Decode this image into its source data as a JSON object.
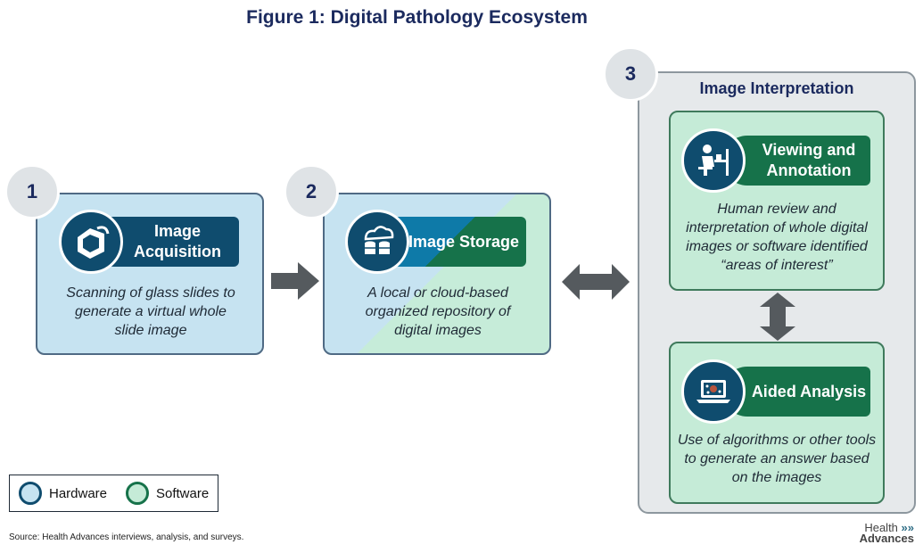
{
  "title": "Figure 1: Digital Pathology Ecosystem",
  "steps": [
    {
      "number": "1",
      "pill_label": "Image Acquisition",
      "description": "Scanning of glass slides to generate a virtual whole slide image",
      "icon": "slide-scanner-icon"
    },
    {
      "number": "2",
      "pill_label": "Image Storage",
      "description": "A local or cloud-based organized repository of digital images",
      "icon": "cloud-database-icon"
    },
    {
      "number": "3",
      "panel_title": "Image Interpretation"
    }
  ],
  "interpretation": [
    {
      "pill_label": "Viewing and Annotation",
      "description": "Human review and interpretation of whole digital images or software identified “areas of interest”",
      "icon": "person-at-desk-icon"
    },
    {
      "pill_label": "Aided Analysis",
      "description": "Use of algorithms or other tools to generate an answer based on the images",
      "icon": "laptop-analysis-icon"
    }
  ],
  "legend": {
    "hardware": "Hardware",
    "software": "Software"
  },
  "source": "Source:  Health Advances interviews, analysis, and surveys.",
  "brand": {
    "line1": "Health",
    "line2": "Advances",
    "chevrons": "»»"
  },
  "colors": {
    "hardware": "#c6e3f1",
    "software": "#c5ebd7",
    "navy": "#0f4c6e",
    "green": "#16724a",
    "title": "#1b2a5e"
  }
}
